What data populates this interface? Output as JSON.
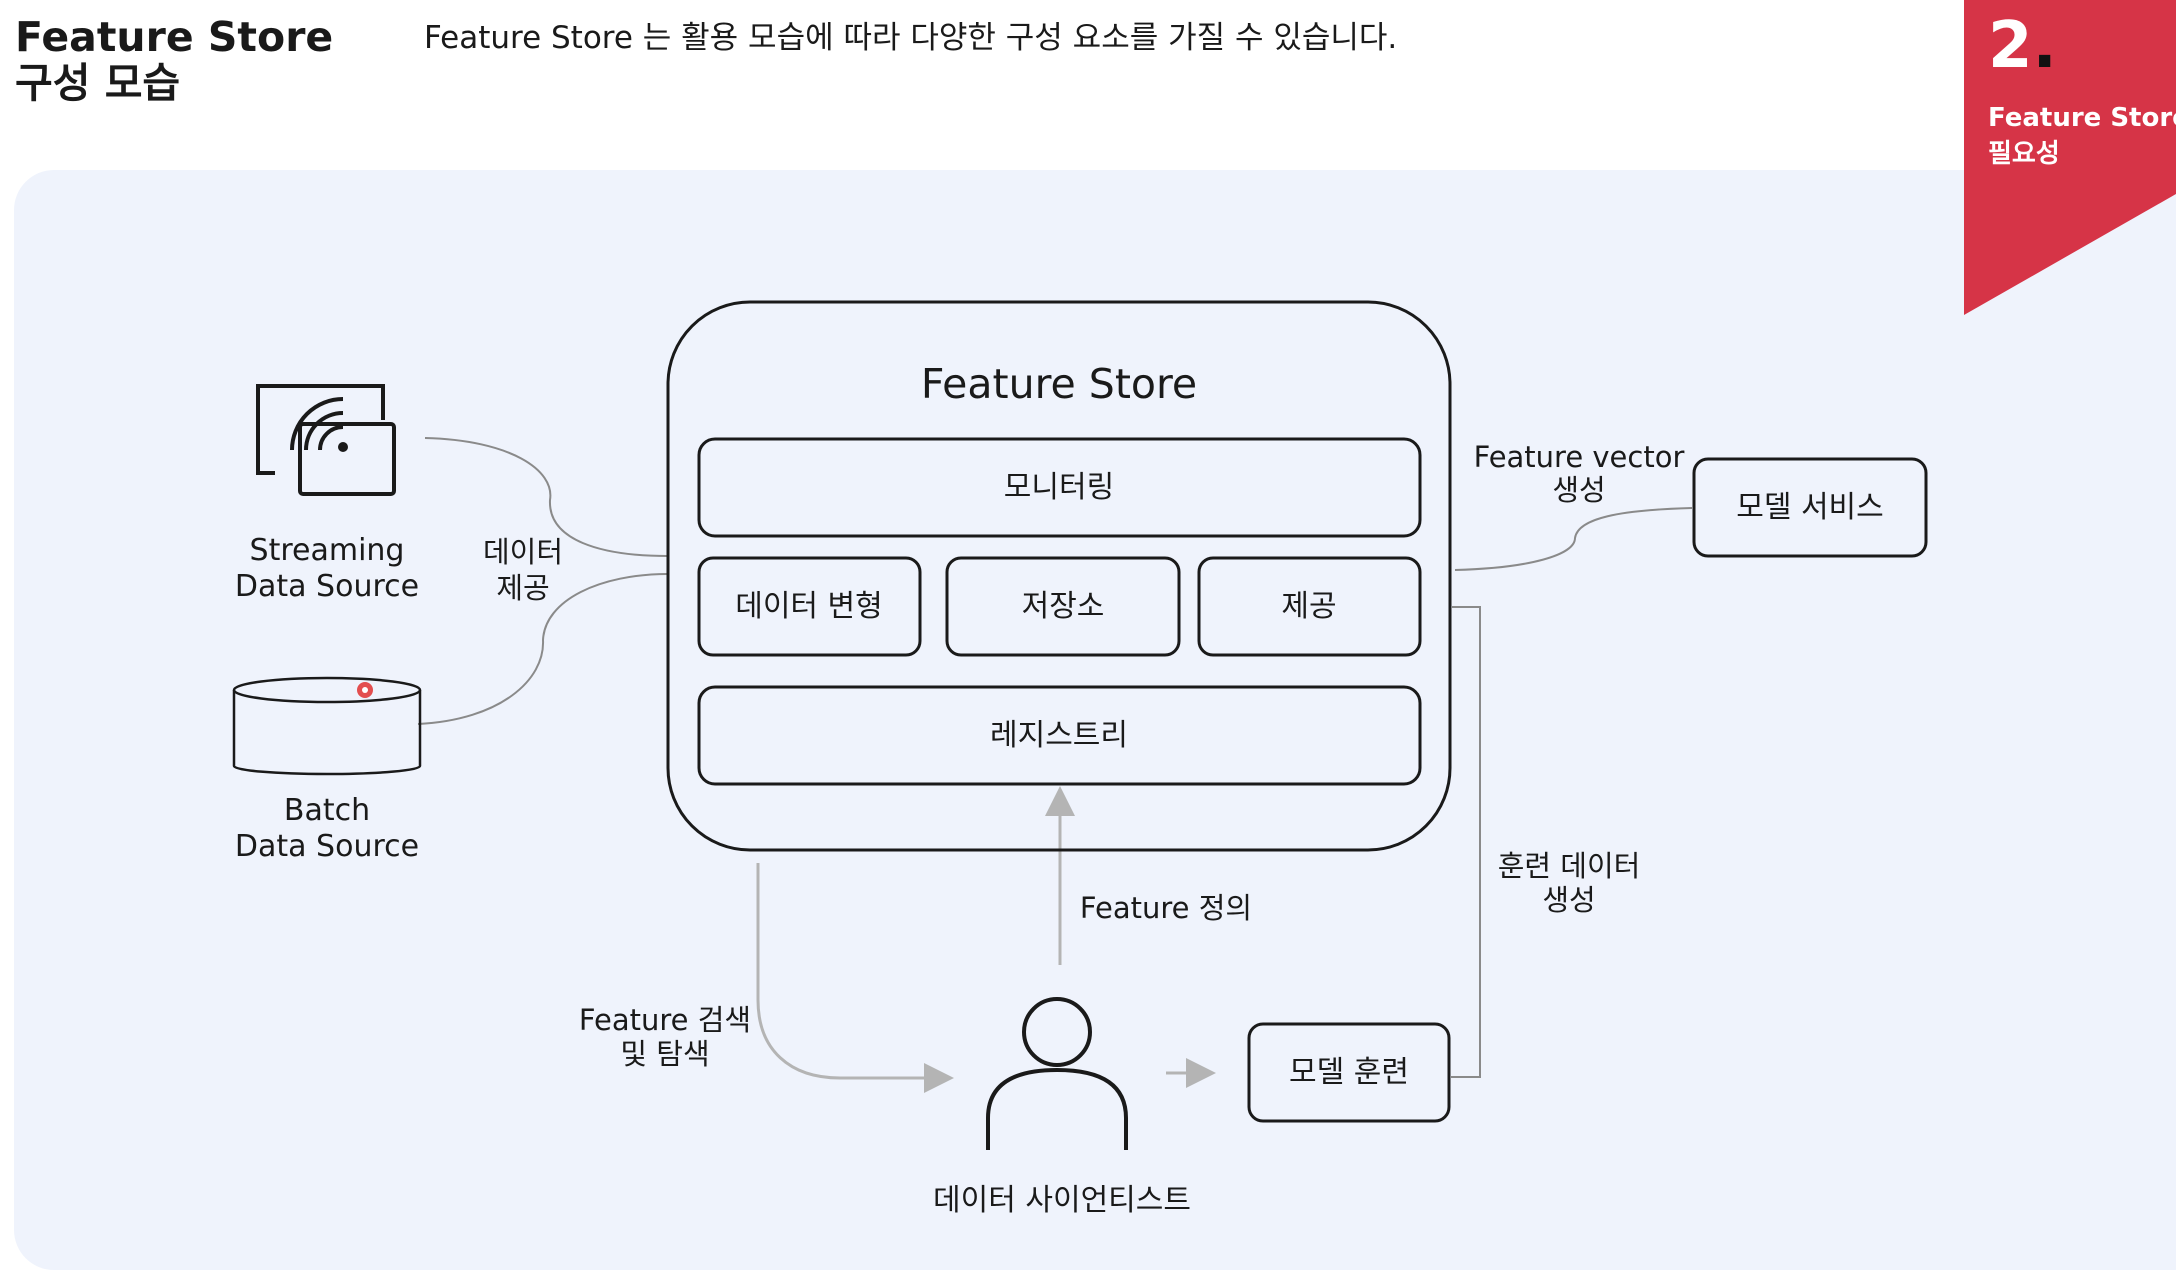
{
  "header": {
    "title_line1": "Feature Store",
    "title_line2": "구성 모습",
    "subtitle": "Feature Store 는 활용 모습에 따라 다양한 구성 요소를 가질 수 있습니다."
  },
  "section_tag": {
    "number": "2",
    "dot": ".",
    "label_line1": "Feature Store",
    "label_line2": "필요성"
  },
  "diagram": {
    "store_title": "Feature Store",
    "components": {
      "monitoring": "모니터링",
      "transform": "데이터 변형",
      "storage": "저장소",
      "serving": "제공",
      "registry": "레지스트리"
    },
    "sources": {
      "streaming_line1": "Streaming",
      "streaming_line2": "Data Source",
      "batch_line1": "Batch",
      "batch_line2": "Data Source"
    },
    "labels": {
      "provide_line1": "데이터",
      "provide_line2": "제공",
      "fvec_line1": "Feature vector",
      "fvec_line2": "생성",
      "training_line1": "훈련 데이터",
      "training_line2": "생성",
      "define": "Feature 정의",
      "search_line1": "Feature 검색",
      "search_line2": "및 탐색",
      "scientist": "데이터 사이언티스트"
    },
    "model_service": "모델 서비스",
    "model_training": "모델 훈련"
  },
  "colors": {
    "accent": "#d63447",
    "panel_bg": "#eff3fc",
    "line": "#1a1a1a",
    "connector": "#8a8a8a",
    "arrow_gray": "#b4b4b4",
    "pointer": "#e03030"
  }
}
